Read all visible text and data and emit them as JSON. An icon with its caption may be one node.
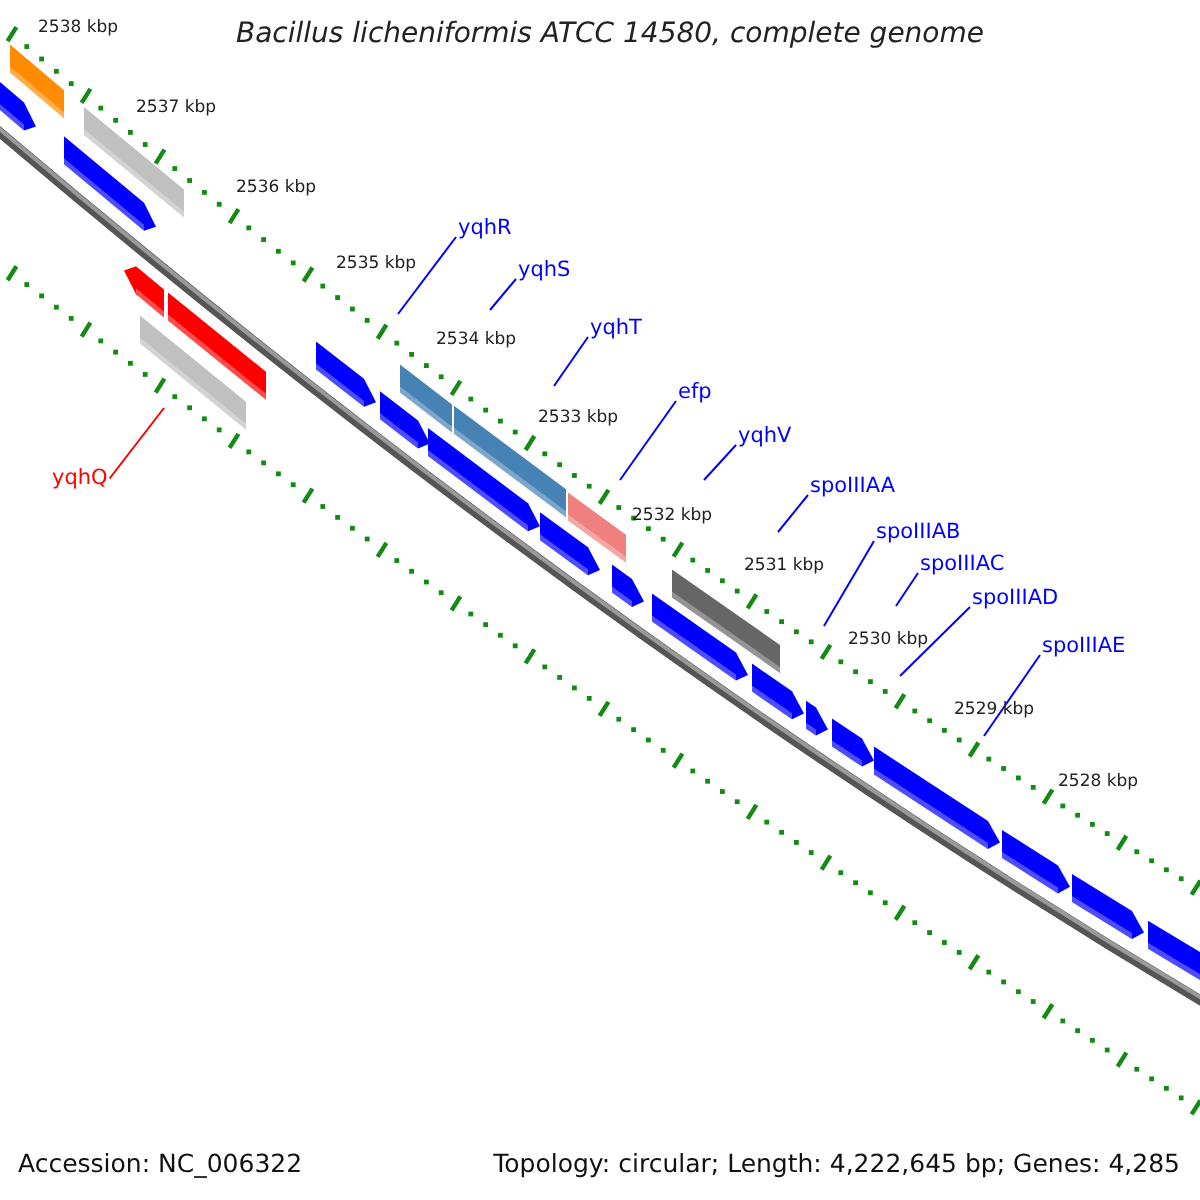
{
  "diagram": {
    "title": "Bacillus licheniformis ATCC 14580, complete genome",
    "nodes": [
      {
        "text": [
          "yqhR"
        ]
      },
      {
        "text": [
          "yqhS"
        ]
      },
      {
        "text": [
          "yqhT"
        ]
      },
      {
        "text": [
          "efp"
        ]
      },
      {
        "text": [
          "yqhV"
        ]
      },
      {
        "text": [
          "spoIIIAA"
        ]
      },
      {
        "text": [
          "spoIIIAB"
        ]
      },
      {
        "text": [
          "spoIIIAC"
        ]
      },
      {
        "text": [
          "spoIIIAD"
        ]
      },
      {
        "text": [
          "spoIIIAE"
        ]
      },
      {
        "text": [
          "yqhQ"
        ]
      }
    ],
    "edges": [
      {
        "from": 0,
        "to": null,
        "arrow": "none"
      },
      {
        "from": 1,
        "to": null,
        "arrow": "none"
      },
      {
        "from": 2,
        "to": null,
        "arrow": "none"
      },
      {
        "from": 3,
        "to": null,
        "arrow": "none"
      },
      {
        "from": 4,
        "to": null,
        "arrow": "none"
      },
      {
        "from": 5,
        "to": null,
        "arrow": "none"
      },
      {
        "from": 6,
        "to": null,
        "arrow": "none"
      },
      {
        "from": 7,
        "to": null,
        "arrow": "none"
      },
      {
        "from": 8,
        "to": null,
        "arrow": "none"
      },
      {
        "from": 9,
        "to": null,
        "arrow": "none"
      },
      {
        "from": 10,
        "to": null,
        "arrow": "none",
        "color": "#ff0000"
      }
    ],
    "labels": [
      "2538 kbp",
      "2537 kbp",
      "2536 kbp",
      "2535 kbp",
      "2534 kbp",
      "2533 kbp",
      "2532 kbp",
      "2531 kbp",
      "2530 kbp",
      "2529 kbp",
      "2528 kbp",
      "Accession: NC_006322",
      "Topology: circular; Length: 4,222,645 bp; Genes: 4,285"
    ]
  }
}
